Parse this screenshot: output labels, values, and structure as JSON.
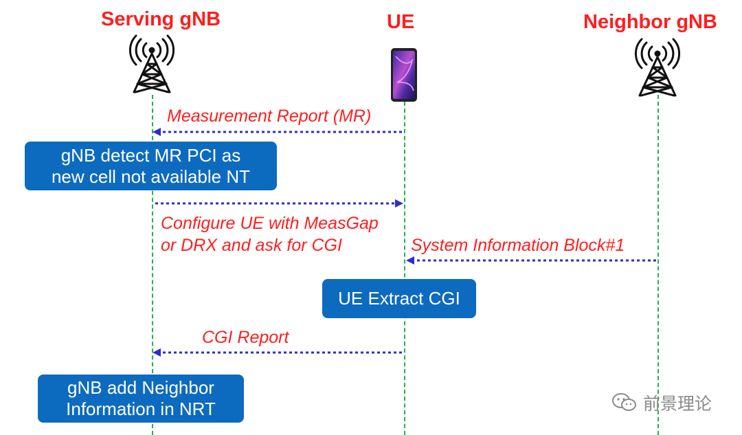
{
  "entities": {
    "serving": "Serving gNB",
    "ue": "UE",
    "neighbor": "Neighbor gNB"
  },
  "messages": {
    "mr": "Measurement Report (MR)",
    "config_line1": "Configure UE with MeasGap",
    "config_line2": "or DRX and ask for CGI",
    "sib": "System Information Block#1",
    "cgi_report": "CGI Report"
  },
  "boxes": {
    "detect_line1": "gNB detect MR PCI as",
    "detect_line2": "new cell not available NT",
    "extract": "UE Extract CGI",
    "add_line1": "gNB add Neighbor",
    "add_line2": "Information in NRT"
  },
  "watermark": {
    "text": "前景理论",
    "icon": "wechat-icon"
  },
  "colors": {
    "title": "#ff1e1e",
    "message_text": "#ff1e1e",
    "box_fill": "#0d6bbf",
    "box_text": "#ffffff",
    "lifeline": "#22b14c",
    "arrow": "#2b2bd6",
    "tower": "#111111",
    "phone_body": "#5a2a8a"
  }
}
